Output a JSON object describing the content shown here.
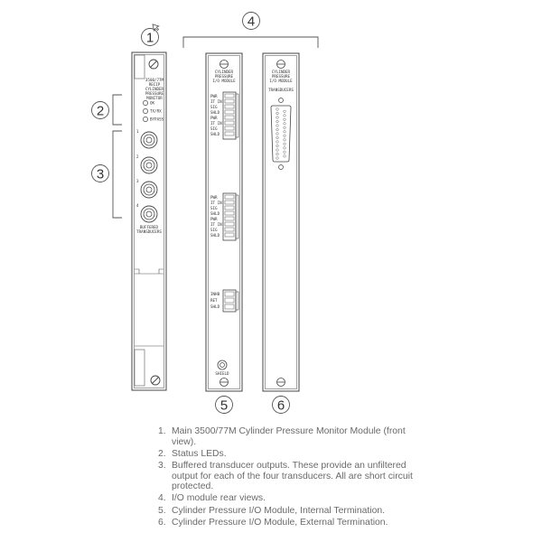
{
  "callouts": {
    "c1": "1",
    "c2": "2",
    "c3": "3",
    "c4": "4",
    "c5": "5",
    "c6": "6"
  },
  "main_module": {
    "label_lines": [
      "3500/77M",
      "RECIP",
      "CYLINDER",
      "PRESSURE",
      "MONITOR"
    ],
    "leds": [
      "OK",
      "TX/RX",
      "BYPASS"
    ],
    "channels": [
      "1",
      "2",
      "3",
      "4"
    ],
    "buffered_lines": [
      "BUFFERED",
      "TRANSDUCERS"
    ]
  },
  "internal_module": {
    "title_lines": [
      "CYLINDER",
      "PRESSURE",
      "I/O MODULE"
    ],
    "pins_a": [
      "PWR",
      "IT IN",
      "SIG",
      "SHLD",
      "PWR",
      "IT IN",
      "SIG",
      "SHLD"
    ],
    "pins_b": [
      "PWR",
      "IT IN",
      "SIG",
      "SHLD",
      "PWR",
      "IT IN",
      "SIG",
      "SHLD"
    ],
    "pins_c": [
      "INHB",
      "RET",
      "SHLD"
    ],
    "shield": "SHIELD"
  },
  "external_module": {
    "title_lines": [
      "CYLINDER",
      "PRESSURE",
      "I/O MODULE"
    ],
    "connector_label": "TRANSDUCERS"
  },
  "legend": [
    {
      "num": "1.",
      "text": "Main 3500/77M Cylinder Pressure Monitor Module (front view)."
    },
    {
      "num": "2.",
      "text": "Status LEDs."
    },
    {
      "num": "3.",
      "text": "Buffered transducer outputs. These provide an unfiltered output for each of the four transducers. All are short circuit protected."
    },
    {
      "num": "4.",
      "text": "I/O module rear views."
    },
    {
      "num": "5.",
      "text": "Cylinder Pressure I/O Module, Internal Termination."
    },
    {
      "num": "6.",
      "text": "Cylinder Pressure I/O Module, External Termination."
    }
  ]
}
